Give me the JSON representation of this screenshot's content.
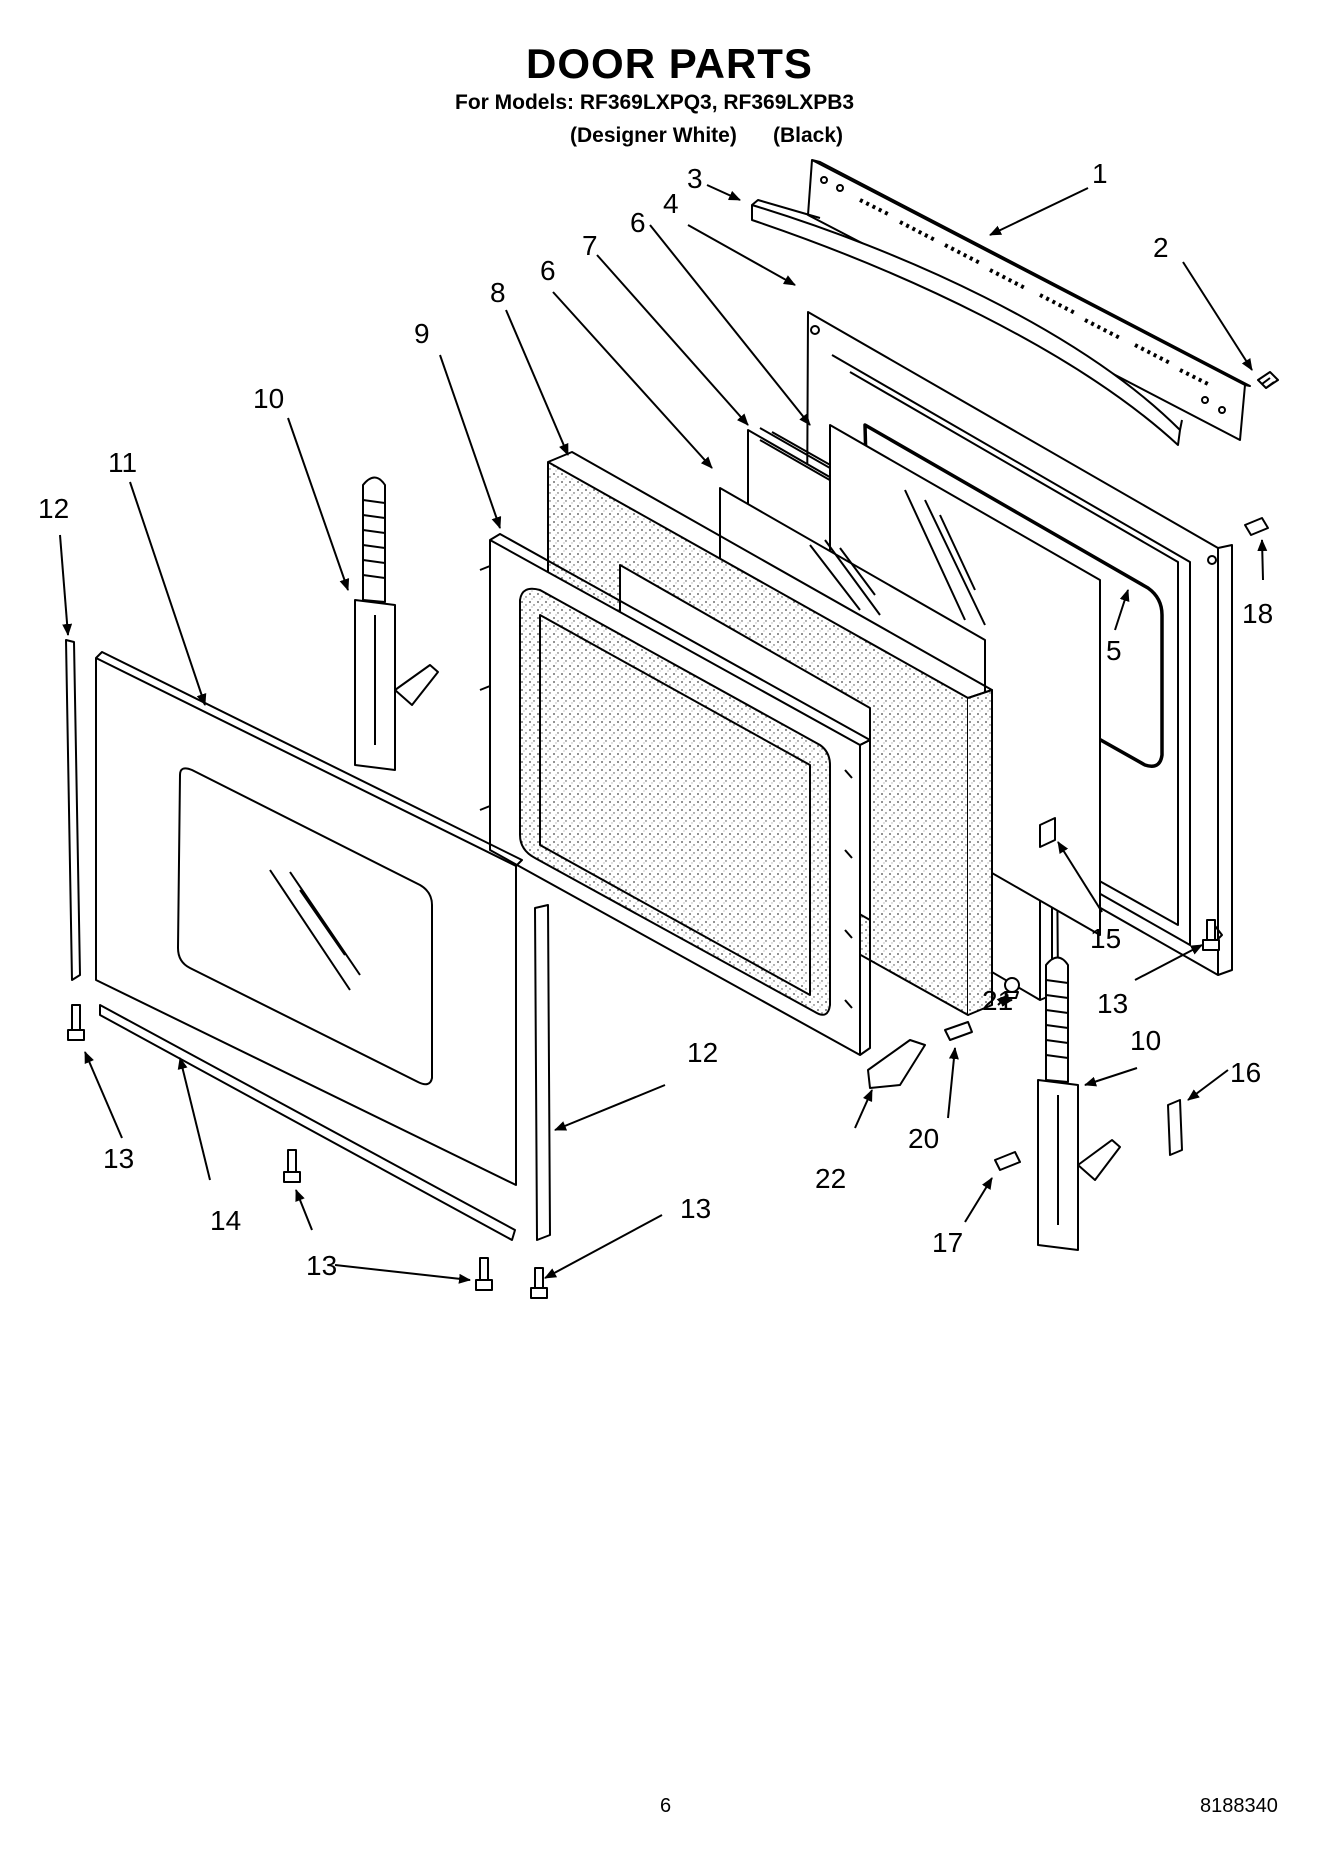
{
  "header": {
    "title": "DOOR PARTS",
    "models_line": "For Models: RF369LXPQ3, RF369LXPB3",
    "color_1": "(Designer White)",
    "color_2": "(Black)"
  },
  "callouts": [
    {
      "id": "c1",
      "text": "1"
    },
    {
      "id": "c2",
      "text": "2"
    },
    {
      "id": "c3",
      "text": "3"
    },
    {
      "id": "c4",
      "text": "4"
    },
    {
      "id": "c5",
      "text": "5"
    },
    {
      "id": "c6a",
      "text": "6"
    },
    {
      "id": "c6b",
      "text": "6"
    },
    {
      "id": "c7",
      "text": "7"
    },
    {
      "id": "c8",
      "text": "8"
    },
    {
      "id": "c9",
      "text": "9"
    },
    {
      "id": "c10a",
      "text": "10"
    },
    {
      "id": "c10b",
      "text": "10"
    },
    {
      "id": "c11",
      "text": "11"
    },
    {
      "id": "c12a",
      "text": "12"
    },
    {
      "id": "c12b",
      "text": "12"
    },
    {
      "id": "c13a",
      "text": "13"
    },
    {
      "id": "c13b",
      "text": "13"
    },
    {
      "id": "c13c",
      "text": "13"
    },
    {
      "id": "c13d",
      "text": "13"
    },
    {
      "id": "c14",
      "text": "14"
    },
    {
      "id": "c15",
      "text": "15"
    },
    {
      "id": "c16",
      "text": "16"
    },
    {
      "id": "c17",
      "text": "17"
    },
    {
      "id": "c18",
      "text": "18"
    },
    {
      "id": "c20",
      "text": "20"
    },
    {
      "id": "c21",
      "text": "21"
    },
    {
      "id": "c22",
      "text": "22"
    }
  ],
  "footer": {
    "page_number": "6",
    "document_number": "8188340"
  }
}
